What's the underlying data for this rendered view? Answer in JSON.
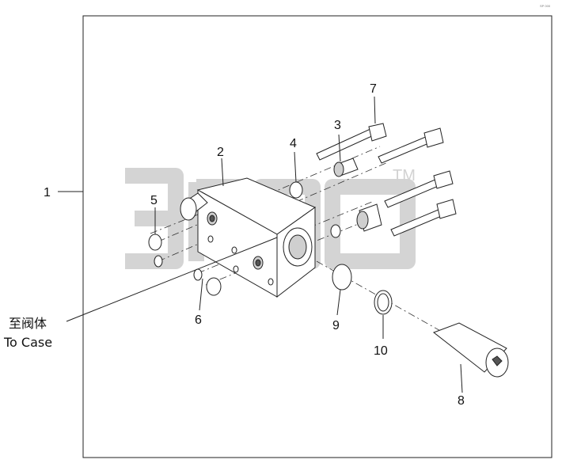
{
  "corner_mark": "SP 000",
  "watermark": {
    "text": "TM"
  },
  "callouts": {
    "c1": "1",
    "c2": "2",
    "c3": "3",
    "c4": "4",
    "c5": "5",
    "c6": "6",
    "c7": "7",
    "c8": "8",
    "c9": "9",
    "c10": "10"
  },
  "caption": {
    "chinese": "至阀体",
    "english": "To Case"
  }
}
